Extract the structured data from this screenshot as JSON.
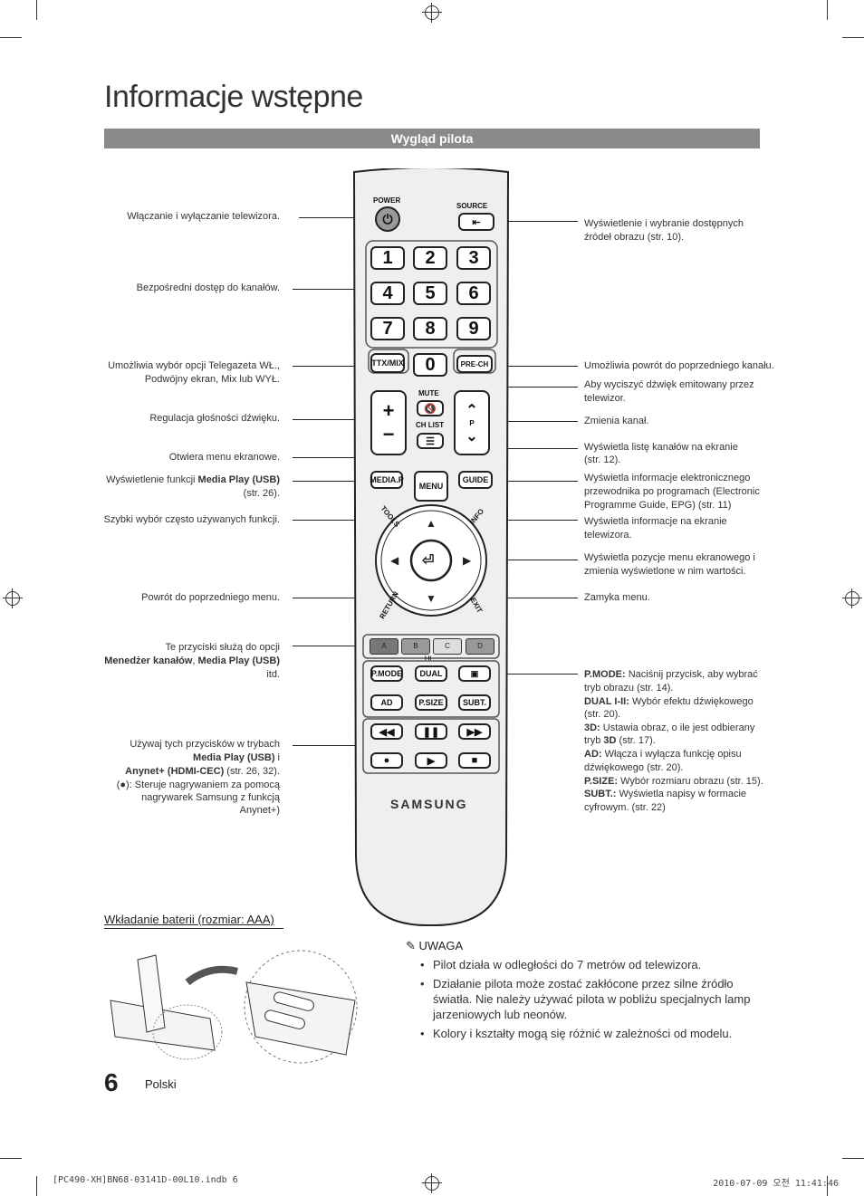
{
  "title": "Informacje wstępne",
  "section": "Wygląd pilota",
  "left_labels": [
    {
      "id": "power",
      "html": "Włączanie i wyłączanie telewizora."
    },
    {
      "id": "direct",
      "html": "Bezpośredni dostęp do kanałów."
    },
    {
      "id": "ttx1",
      "html": "Umożliwia wybór opcji Telegazeta WŁ.,"
    },
    {
      "id": "ttx2",
      "html": "Podwójny ekran, Mix lub WYŁ."
    },
    {
      "id": "vol",
      "html": "Regulacja głośności dźwięku."
    },
    {
      "id": "menu",
      "html": "Otwiera menu ekranowe."
    },
    {
      "id": "mediap1a",
      "html": "Wyświetlenie funkcji "
    },
    {
      "id": "mediap1b",
      "html": "Media Play (USB)"
    },
    {
      "id": "mediap2",
      "html": "(str. 26)."
    },
    {
      "id": "tools",
      "html": "Szybki wybór często używanych funkcji."
    },
    {
      "id": "return",
      "html": "Powrót do poprzedniego menu."
    },
    {
      "id": "color1",
      "html": "Te przyciski służą do opcji"
    },
    {
      "id": "color2a",
      "html": "Menedżer kanałów"
    },
    {
      "id": "color2b",
      "html": ", "
    },
    {
      "id": "color2c",
      "html": "Media Play (USB)"
    },
    {
      "id": "color3",
      "html": "itd."
    },
    {
      "id": "play1",
      "html": "Używaj tych przycisków w trybach"
    },
    {
      "id": "play2a",
      "html": "Media Play (USB)"
    },
    {
      "id": "play2b",
      "html": " i"
    },
    {
      "id": "play3a",
      "html": "Anynet+ (HDMI-CEC)"
    },
    {
      "id": "play3b",
      "html": " (str. 26, 32)."
    },
    {
      "id": "play4",
      "html": "(●): Steruje nagrywaniem za pomocą"
    },
    {
      "id": "play5",
      "html": "nagrywarek Samsung z funkcją"
    },
    {
      "id": "play6",
      "html": "Anynet+)"
    }
  ],
  "right_labels": {
    "source1": "Wyświetlenie i wybranie dostępnych",
    "source2": "źródeł obrazu (str. 10).",
    "prech": "Umożliwia powrót do poprzedniego kanału.",
    "mute1": "Aby wyciszyć dźwięk emitowany przez",
    "mute2": "telewizor.",
    "ch": "Zmienia kanał.",
    "chlist1": "Wyświetla listę kanałów na ekranie",
    "chlist2": "(str. 12).",
    "guide1": "Wyświetla informacje elektronicznego",
    "guide2": "przewodnika po programach (Electronic",
    "guide3": "Programme Guide, EPG) (str. 11)",
    "info1": "Wyświetla informacje na ekranie",
    "info2": "telewizora.",
    "nav1": "Wyświetla pozycje menu ekranowego i",
    "nav2": "zmienia wyświetlone w nim wartości.",
    "exit": "Zamyka menu.",
    "pmode_b": "P.MODE:",
    "pmode": " Naciśnij przycisk, aby wybrać",
    "pmode2": "tryb obrazu (str. 14).",
    "dual_b": "DUAL I-II:",
    "dual": " Wybór efektu dźwiękowego",
    "dual2": "(str. 20).",
    "d3_b": "3D:",
    "d3": " Ustawia obraz, o ile jest odbierany",
    "d3_2a": "tryb ",
    "d3_2b": "3D",
    "d3_2c": " (str. 17).",
    "ad_b": "AD:",
    "ad": " Włącza i wyłącza funkcję opisu",
    "ad2": "dźwiękowego (str. 20).",
    "psize_b": "P.SIZE:",
    "psize": " Wybór rozmiaru obrazu (str. 15).",
    "subt_b": "SUBT.:",
    "subt": " Wyświetla napisy w formacie",
    "subt2": "cyfrowym. (str. 22)"
  },
  "remote": {
    "power": "POWER",
    "source": "SOURCE",
    "digits": [
      "1",
      "2",
      "3",
      "4",
      "5",
      "6",
      "7",
      "8",
      "9",
      "0"
    ],
    "ttx": "TTX/MIX",
    "prech": "PRE-CH",
    "mute": "MUTE",
    "chlist": "CH LIST",
    "p": "P",
    "mediap": "MEDIA.P",
    "menu": "MENU",
    "guide": "GUIDE",
    "tools": "TOOLS",
    "info": "INFO",
    "return": "RETURN",
    "exit": "EXIT",
    "colors": [
      "A",
      "B",
      "C",
      "D"
    ],
    "pmode": "P.MODE",
    "dual": "DUAL",
    "dual_sup": "I-II",
    "ad": "AD",
    "psize": "P.SIZE",
    "subt": "SUBT.",
    "brand": "SAMSUNG"
  },
  "battery_title": "Wkładanie baterii (rozmiar: AAA)",
  "note_title": "UWAGA",
  "notes": [
    "Pilot działa w odległości do 7 metrów od telewizora.",
    "Działanie pilota może zostać zakłócone przez silne źródło światła. Nie należy używać pilota w pobliżu specjalnych lamp jarzeniowych lub neonów.",
    "Kolory i kształty mogą się różnić w zależności od modelu."
  ],
  "page_number": "6",
  "language": "Polski",
  "footer_left": "[PC490-XH]BN68-03141D-00L10.indb   6",
  "footer_right": "2010-07-09   오전 11:41:46"
}
